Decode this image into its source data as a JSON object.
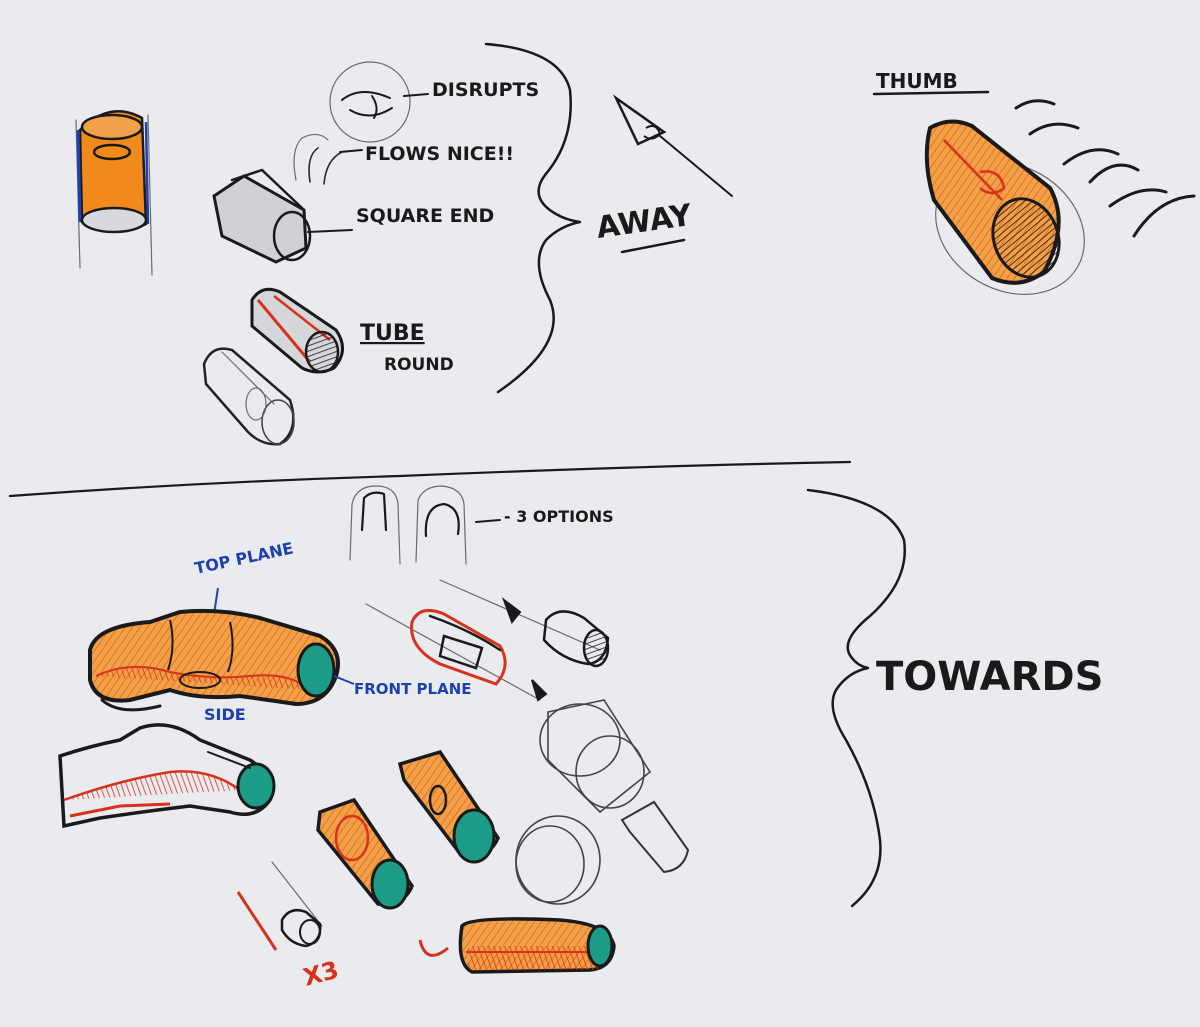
{
  "colors": {
    "paper": "#e9ebef",
    "ink": "#1a1a1a",
    "orange": "#f08a1c",
    "red": "#d8311c",
    "teal": "#1c9c86",
    "blue": "#1e3fb0"
  },
  "top_section": {
    "labels": {
      "disrupts": "DISRUPTS",
      "flows_nice": "FLOWS NICE!!",
      "square_end": "SQUARE END",
      "tube": "TUBE",
      "round": "ROUND",
      "away": "AWAY"
    }
  },
  "thumb_section": {
    "title": "THUMB"
  },
  "bottom_section": {
    "labels": {
      "three_options": "- 3 OPTIONS",
      "top_plane": "TOP PLANE",
      "front_plane": "FRONT PLANE",
      "side": "SIDE",
      "towards": "TOWARDS",
      "times_three": "X3"
    }
  }
}
